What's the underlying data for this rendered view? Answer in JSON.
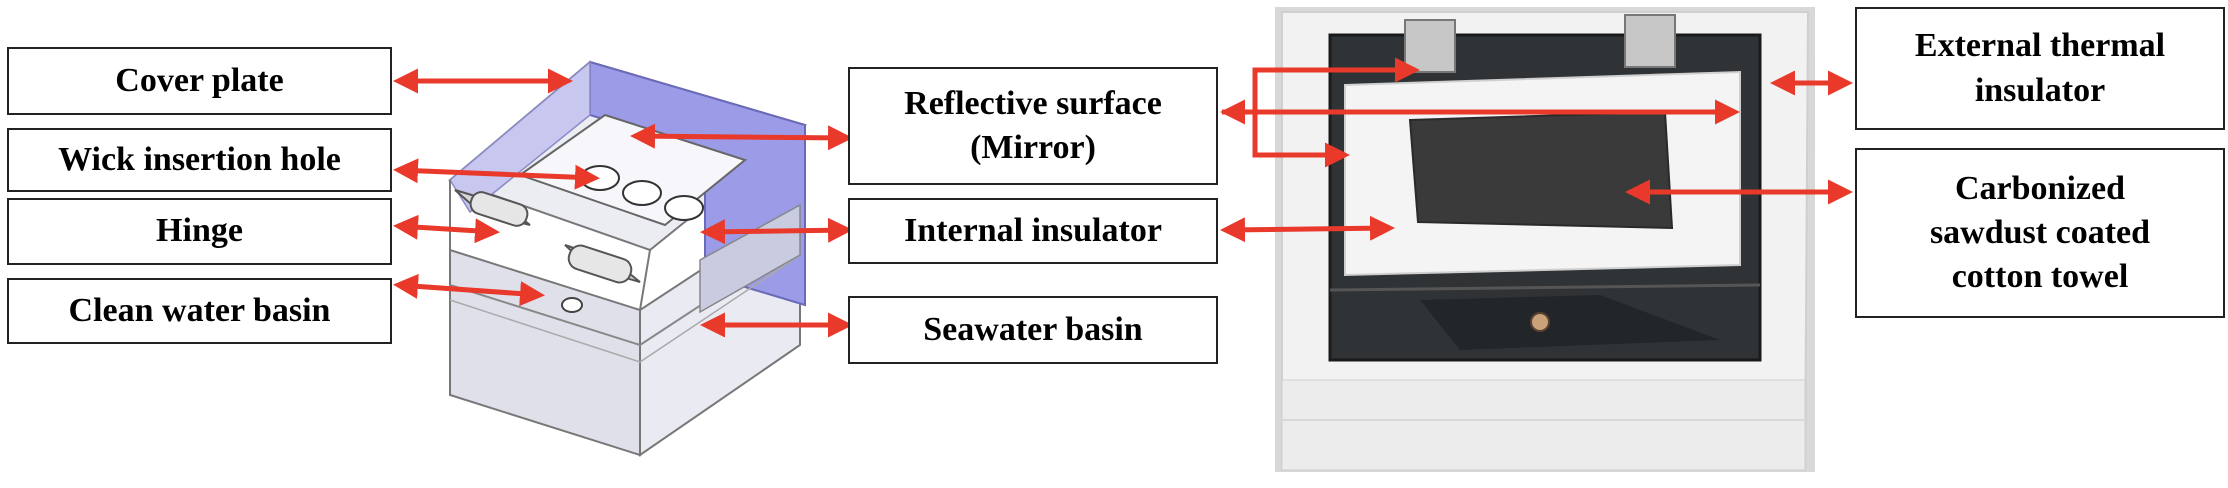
{
  "left_labels": {
    "cover_plate": "Cover plate",
    "wick_hole": "Wick insertion hole",
    "hinge": "Hinge",
    "clean_water_basin": "Clean water basin"
  },
  "middle_labels": {
    "reflective_line1": "Reflective surface",
    "reflective_line2": "(Mirror)",
    "internal_insulator": "Internal insulator",
    "seawater_basin": "Seawater basin"
  },
  "right_labels": {
    "external_line1": "External thermal",
    "external_line2": "insulator",
    "towel_line1": "Carbonized",
    "towel_line2": "sawdust coated",
    "towel_line3": "cotton towel"
  },
  "colors": {
    "arrow": "#e8392b",
    "box_border": "#222222",
    "mirror_panel": "#9b9be8",
    "foam": "#f2f2f2",
    "glass": "#2f3336",
    "towel": "#3a3a3a"
  }
}
